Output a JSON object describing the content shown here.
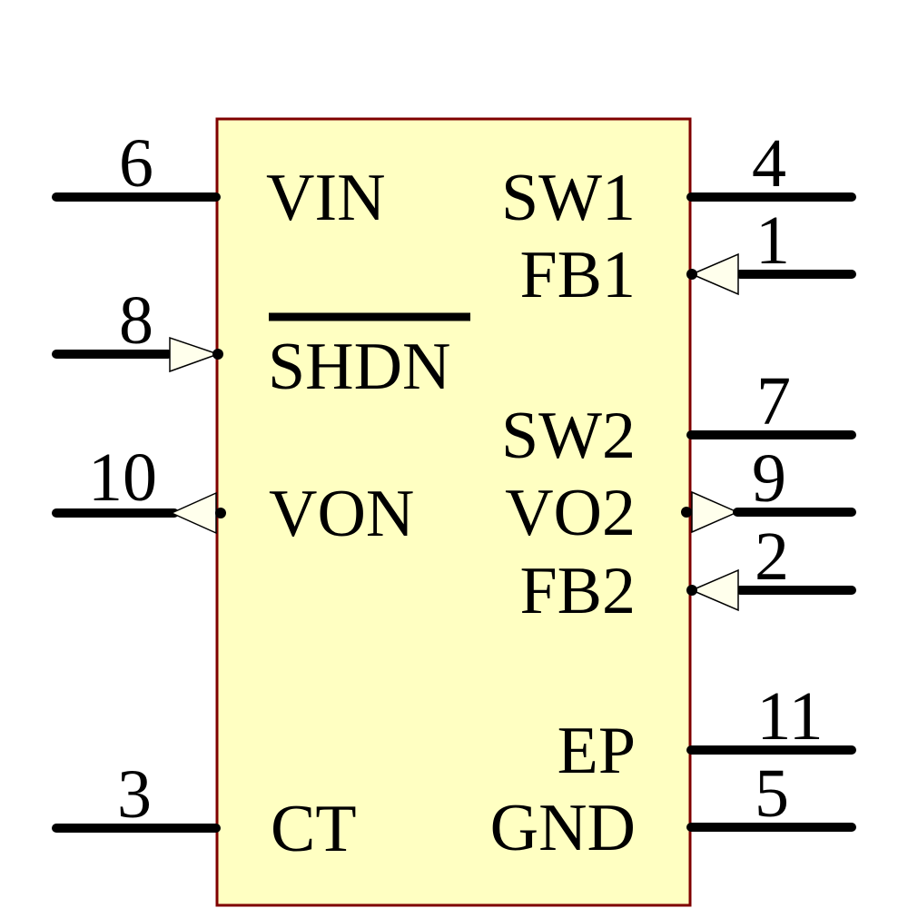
{
  "component": {
    "kind": "ic-schematic-symbol",
    "left_pins": [
      {
        "number": "6",
        "name": "VIN",
        "direction": "plain",
        "overline": false
      },
      {
        "number": "8",
        "name": "SHDN",
        "direction": "input",
        "overline": true
      },
      {
        "number": "10",
        "name": "VON",
        "direction": "output",
        "overline": false
      },
      {
        "number": "3",
        "name": "CT",
        "direction": "plain",
        "overline": false
      }
    ],
    "right_pins": [
      {
        "number": "4",
        "name": "SW1",
        "direction": "plain",
        "overline": false
      },
      {
        "number": "1",
        "name": "FB1",
        "direction": "input",
        "overline": false
      },
      {
        "number": "7",
        "name": "SW2",
        "direction": "plain",
        "overline": false
      },
      {
        "number": "9",
        "name": "VO2",
        "direction": "output",
        "overline": false
      },
      {
        "number": "2",
        "name": "FB2",
        "direction": "input",
        "overline": false
      },
      {
        "number": "11",
        "name": "EP",
        "direction": "plain",
        "overline": false
      },
      {
        "number": "5",
        "name": "GND",
        "direction": "plain",
        "overline": false
      }
    ]
  },
  "colors": {
    "body_fill": "#ffffc2",
    "body_border": "#7f0000",
    "pin_stroke": "#000000",
    "arrow_fill": "#ffffec",
    "text": "#000000",
    "background": "#ffffff"
  }
}
